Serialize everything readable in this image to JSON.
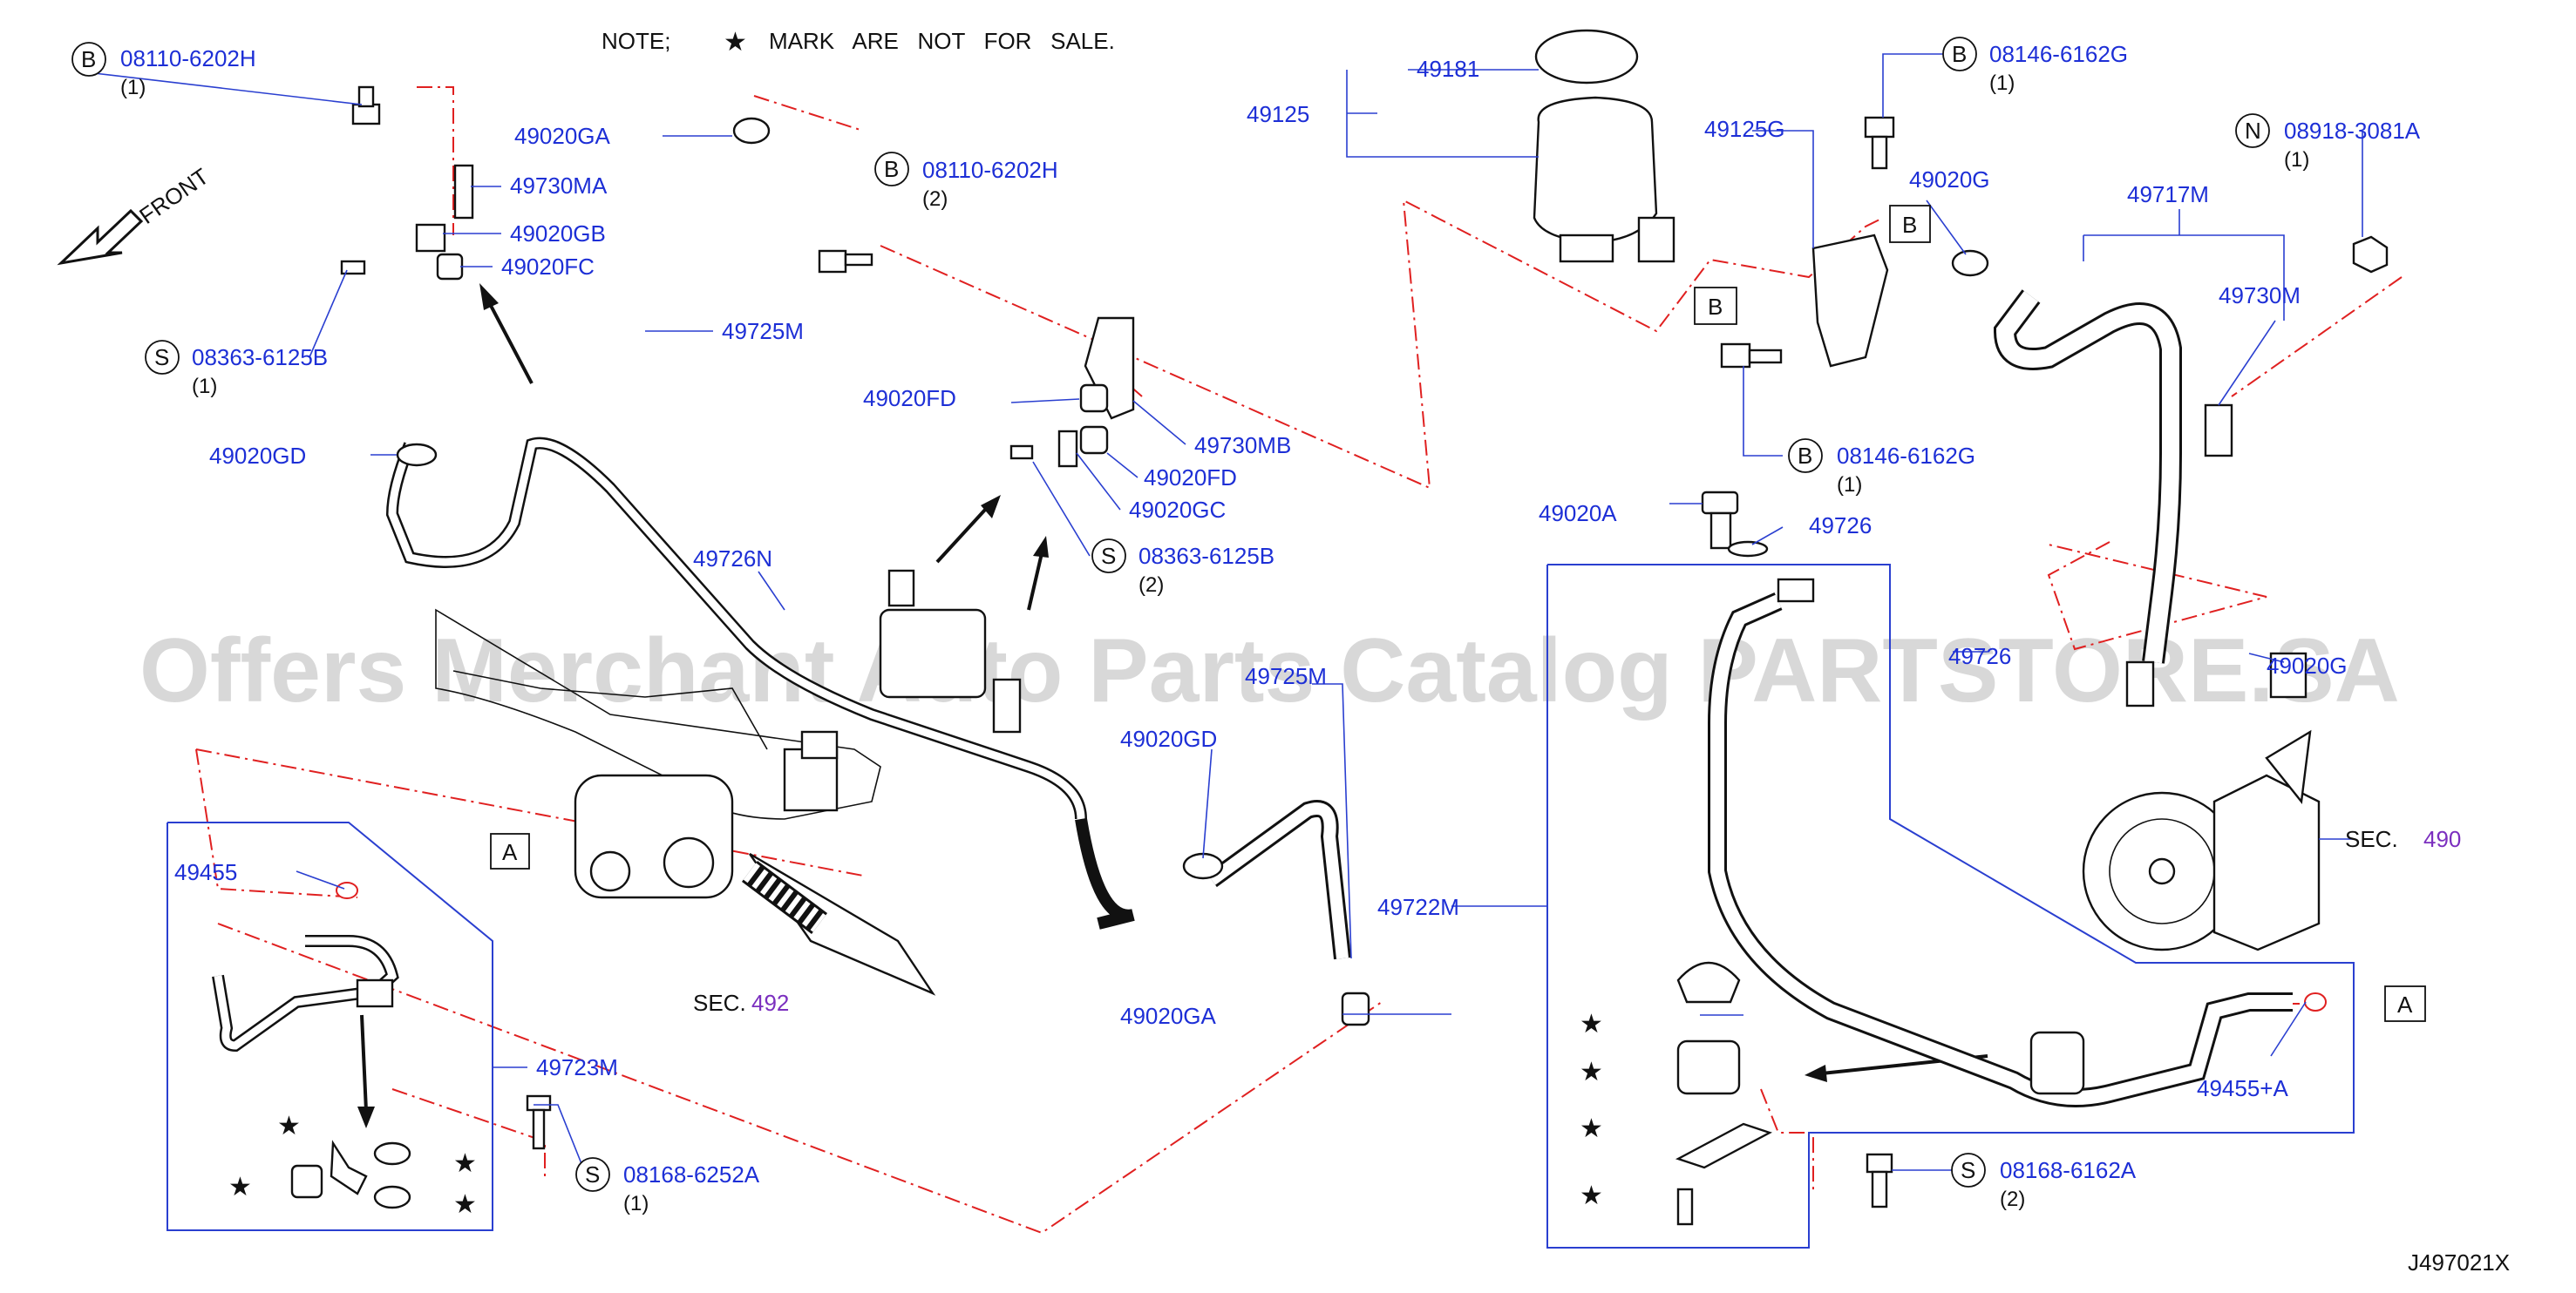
{
  "note": {
    "prefix": "NOTE;",
    "star": "★",
    "text": "MARK   ARE   NOT   FOR   SALE."
  },
  "front_label": "FRONT",
  "watermark": "Offers Merchant Auto Parts Catalog PARTSTORE.SA",
  "diagram_code": "J497021X",
  "callouts": {
    "b_08110_left": {
      "letter": "B",
      "part": "08110-6202H",
      "qty": "(1)"
    },
    "b_08110_mid": {
      "letter": "B",
      "part": "08110-6202H",
      "qty": "(2)"
    },
    "b_08146_top": {
      "letter": "B",
      "part": "08146-6162G",
      "qty": "(1)"
    },
    "b_08146_low": {
      "letter": "B",
      "part": "08146-6162G",
      "qty": "(1)"
    },
    "n_08918": {
      "letter": "N",
      "part": "08918-3081A",
      "qty": "(1)"
    },
    "s_08363_left": {
      "letter": "S",
      "part": "08363-6125B",
      "qty": "(1)"
    },
    "s_08363_mid": {
      "letter": "S",
      "part": "08363-6125B",
      "qty": "(2)"
    },
    "s_08168_6252": {
      "letter": "S",
      "part": "08168-6252A",
      "qty": "(1)"
    },
    "s_08168_6162": {
      "letter": "S",
      "part": "08168-6162A",
      "qty": "(2)"
    }
  },
  "labels": {
    "p49020GA_top": "49020GA",
    "p49730MA": "49730MA",
    "p49020GB": "49020GB",
    "p49020FC": "49020FC",
    "p49725M": "49725M",
    "p49020GD_left": "49020GD",
    "p49726N": "49726N",
    "p49020FD_a": "49020FD",
    "p49730MB": "49730MB",
    "p49020FD_b": "49020FD",
    "p49020GC": "49020GC",
    "p49725M_mid": "49725M",
    "p49020GD_mid": "49020GD",
    "p49722M": "49722M",
    "p49020GA_bot": "49020GA",
    "p49455": "49455",
    "p49723M": "49723M",
    "p49181": "49181",
    "p49125": "49125",
    "p49125G": "49125G",
    "p49020G_top": "49020G",
    "p49717M": "49717M",
    "p49730M": "49730M",
    "p49020A": "49020A",
    "p49726": "49726",
    "p49726_b": "49726",
    "p49020G_right": "49020G",
    "p49455A": "49455+A",
    "sec_492_label": "SEC.",
    "sec_492_num": "492",
    "sec_490_label": "SEC.",
    "sec_490_num": "490"
  },
  "box_letters": {
    "a_left": "A",
    "a_right": "A",
    "b_top": "B",
    "b_mid": "B"
  },
  "stars": [
    "★",
    "★",
    "★",
    "★",
    "★",
    "★",
    "★",
    "★"
  ],
  "colors": {
    "part_number": "#1d2fd6",
    "section_ref": "#7b2fbf",
    "leader": "#2a3fd0",
    "dashed_connection": "#e02020",
    "watermark": "#b9b9b9"
  },
  "icons": {
    "callout_circle": "circle-letter-icon",
    "front_arrow": "arrow-left-down-icon",
    "star_mark": "star-icon"
  }
}
